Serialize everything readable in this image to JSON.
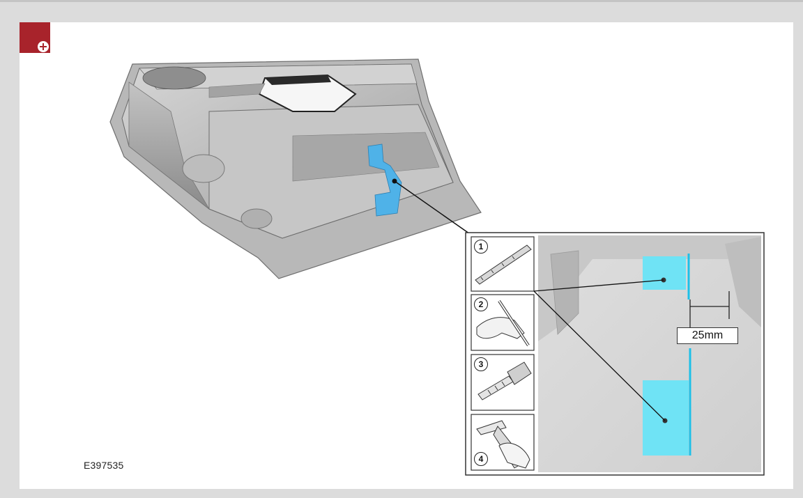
{
  "figure": {
    "id": "E397535",
    "dimension_label": "25mm",
    "steps": [
      {
        "number": "1",
        "icon": "ruler-icon"
      },
      {
        "number": "2",
        "icon": "marker-pen-icon"
      },
      {
        "number": "3",
        "icon": "drill-icon"
      },
      {
        "number": "4",
        "icon": "cutting-tool-icon"
      }
    ],
    "colors": {
      "highlight": "#4fb2e8",
      "highlight_detail": "#6fe3f5",
      "badge": "#a8232b"
    }
  }
}
